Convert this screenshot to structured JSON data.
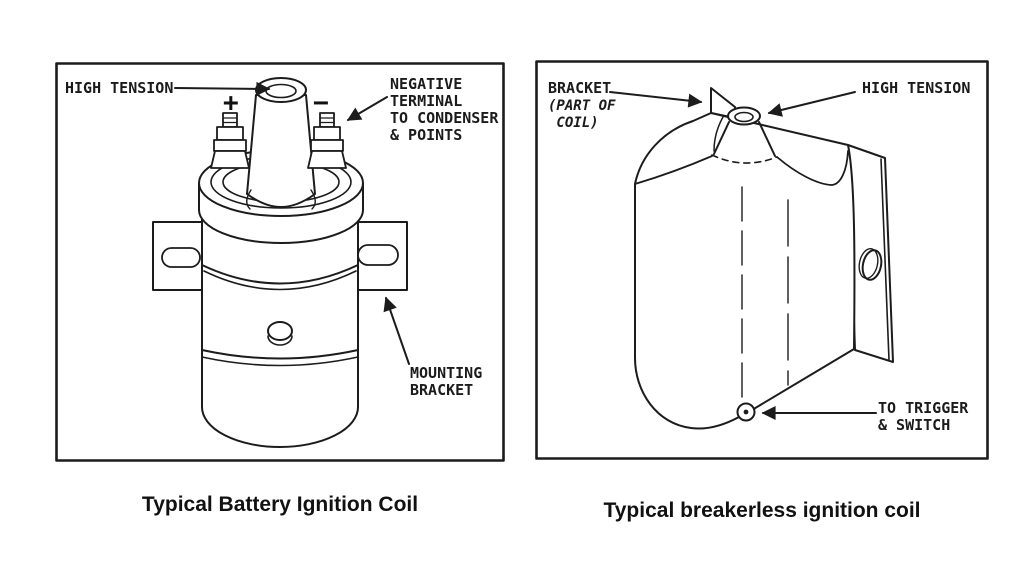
{
  "page": {
    "background": "#ffffff",
    "ink": "#1c1c1c"
  },
  "left_figure": {
    "caption": "Typical Battery Ignition Coil",
    "labels": {
      "high_tension": "HIGH TENSION",
      "positive_symbol": "+",
      "negative_symbol": "−",
      "negative_terminal": "NEGATIVE\nTERMINAL\nTO CONDENSER\n& POINTS",
      "mounting_bracket": "MOUNTING\nBRACKET"
    }
  },
  "right_figure": {
    "caption": "Typical breakerless ignition coil",
    "labels": {
      "bracket": "BRACKET",
      "bracket_note": "(PART OF\n COIL)",
      "high_tension": "HIGH TENSION",
      "to_trigger": "TO TRIGGER\n& SWITCH"
    }
  }
}
